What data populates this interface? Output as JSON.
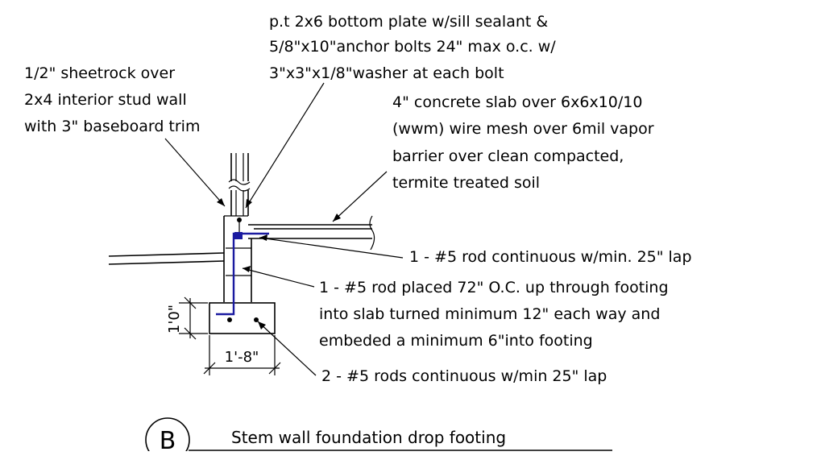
{
  "notes": {
    "sill_plate": [
      "p.t 2x6 bottom plate w/sill sealant &",
      "5/8\"x10\"anchor bolts 24\" max o.c. w/",
      "3\"x3\"x1/8\"washer at each bolt"
    ],
    "sheetrock": [
      "1/2\" sheetrock over",
      "2x4 interior stud wall",
      "with 3\" baseboard trim"
    ],
    "slab": [
      "4\" concrete slab over 6x6x10/10",
      "(wwm) wire mesh over 6mil vapor",
      "barrier over clean compacted,",
      "termite treated soil"
    ],
    "rod_continuous": "1 - #5 rod continuous w/min. 25\" lap",
    "rod_dowel": [
      "1 - #5 rod  placed 72\" O.C. up through footing",
      "into slab turned minimum 12\" each way and",
      "embeded a minimum 6\"into footing"
    ],
    "rods_footing": "2 - #5 rods continuous w/min 25\" lap"
  },
  "dimensions": {
    "footing_depth": "1'0\"",
    "footing_width": "1'-8\""
  },
  "detail": {
    "mark": "B",
    "title": "Stem wall foundation drop footing"
  },
  "colors": {
    "rebar": "#1a1aa0"
  }
}
